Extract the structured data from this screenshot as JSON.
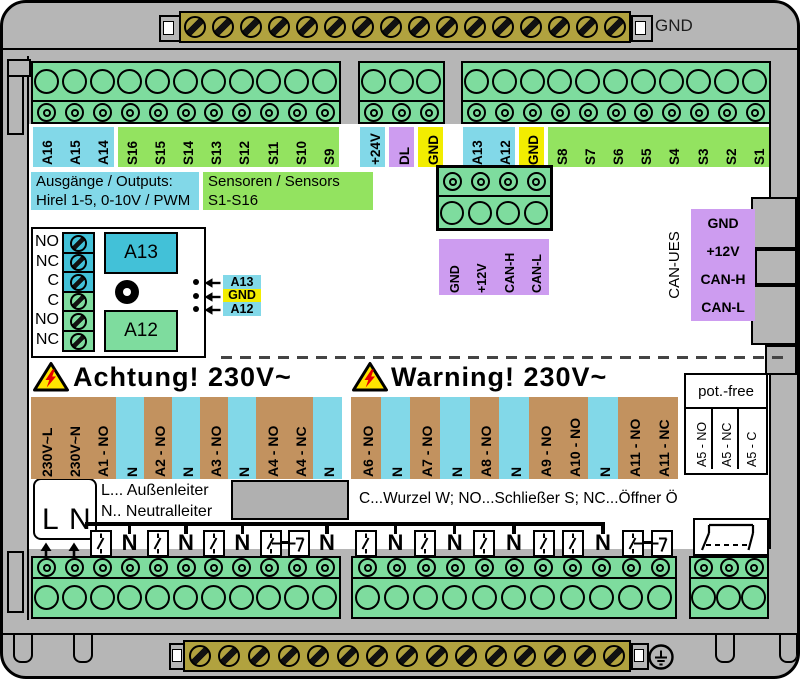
{
  "colors": {
    "case": "#b6b6b6",
    "panel_gray": "#b0b0b0",
    "terminal_green": "#7edc9e",
    "green_label": "#93e360",
    "cyan": "#82d8e8",
    "deep_cyan": "#42c1d8",
    "purple": "#cd9cf0",
    "yellow": "#f2ed00",
    "brown": "#c2925f",
    "brass": "#b1a23f",
    "warning_yellow": "#ffe400",
    "warning_red": "#e60000"
  },
  "case_labels": {
    "top_ground": "GND"
  },
  "legend_outputs": {
    "line1": "Ausgänge / Outputs:",
    "line2": "Hirel 1-5, 0-10V / PWM"
  },
  "legend_sensors": {
    "line1": "Sensoren / Sensors",
    "line2": "S1-S16"
  },
  "top_terminal_groups": [
    {
      "color": "cyan",
      "labels": [
        "A16",
        "A15",
        "A14"
      ]
    },
    {
      "color": "green",
      "labels": [
        "S16",
        "S15",
        "S14",
        "S13",
        "S12",
        "S11",
        "S10",
        "S9"
      ]
    },
    {
      "color": "cyan",
      "labels": [
        "+24V"
      ]
    },
    {
      "color": "purple",
      "labels": [
        "DL"
      ]
    },
    {
      "color": "yellow",
      "labels": [
        "GND"
      ]
    },
    {
      "color": "cyan",
      "labels": [
        "A13",
        "A12"
      ]
    },
    {
      "color": "yellow",
      "labels": [
        "GND"
      ]
    },
    {
      "color": "green",
      "labels": [
        "S8",
        "S7",
        "S6",
        "S5",
        "S4",
        "S3",
        "S2",
        "S1"
      ]
    }
  ],
  "relay_detail": {
    "contact_rows": [
      "NO",
      "NC",
      "C",
      "C",
      "NO",
      "NC"
    ],
    "output_top": "A13",
    "output_bottom": "A12",
    "callouts": [
      {
        "text": "A13",
        "color": "cyan"
      },
      {
        "text": "GND",
        "color": "yellow"
      },
      {
        "text": "A12",
        "color": "cyan"
      }
    ]
  },
  "can_socket": {
    "labels": [
      "GND",
      "+12V",
      "CAN-H",
      "CAN-L"
    ]
  },
  "can_ues": {
    "title": "CAN-UES",
    "labels": [
      "GND",
      "+12V",
      "CAN-H",
      "CAN-L"
    ]
  },
  "warning": {
    "de": "Achtung! 230V~",
    "en": "Warning! 230V~"
  },
  "pot_free": {
    "title": "pot.-free",
    "labels": [
      "A5 - NO",
      "A5 - NC",
      "A5 - C"
    ]
  },
  "mains": {
    "line_label": "L",
    "neutral_label": "N",
    "note_line": "L... Außenleiter",
    "note_neutral": "N.. Neutralleiter"
  },
  "contact_legend": "C...Wurzel W; NO...Schließer S; NC...Öffner Ö",
  "neutral_letter": "N",
  "bottom_left_columns": [
    {
      "label": "230V~L",
      "bg": "brown",
      "symbol": "arrow-up"
    },
    {
      "label": "230V~N",
      "bg": "brown",
      "symbol": "arrow-up"
    },
    {
      "label": "A1 - NO",
      "bg": "brown",
      "symbol": "no-contact"
    },
    {
      "label": "N",
      "bg": "cyan",
      "symbol": "neutral"
    },
    {
      "label": "A2 - NO",
      "bg": "brown",
      "symbol": "no-contact"
    },
    {
      "label": "N",
      "bg": "cyan",
      "symbol": "neutral"
    },
    {
      "label": "A3 - NO",
      "bg": "brown",
      "symbol": "no-contact"
    },
    {
      "label": "N",
      "bg": "cyan",
      "symbol": "neutral"
    },
    {
      "label": "A4 - NO",
      "bg": "brown",
      "symbol": "pair-no"
    },
    {
      "label": "A4 - NC",
      "bg": "brown",
      "symbol": "pair-nc"
    },
    {
      "label": "N",
      "bg": "cyan",
      "symbol": "neutral"
    }
  ],
  "bottom_right_columns": [
    {
      "label": "A6 - NO",
      "bg": "brown",
      "symbol": "no-contact"
    },
    {
      "label": "N",
      "bg": "cyan",
      "symbol": "neutral"
    },
    {
      "label": "A7 - NO",
      "bg": "brown",
      "symbol": "no-contact"
    },
    {
      "label": "N",
      "bg": "cyan",
      "symbol": "neutral"
    },
    {
      "label": "A8 - NO",
      "bg": "brown",
      "symbol": "no-contact"
    },
    {
      "label": "N",
      "bg": "cyan",
      "symbol": "neutral"
    },
    {
      "label": "A9 - NO",
      "bg": "brown",
      "symbol": "no-contact"
    },
    {
      "label": "A10 - NO",
      "bg": "brown",
      "symbol": "no-contact"
    },
    {
      "label": "N",
      "bg": "cyan",
      "symbol": "neutral"
    },
    {
      "label": "A11 - NO",
      "bg": "brown",
      "symbol": "pair-no"
    },
    {
      "label": "A11 - NC",
      "bg": "brown",
      "symbol": "pair-nc"
    }
  ]
}
